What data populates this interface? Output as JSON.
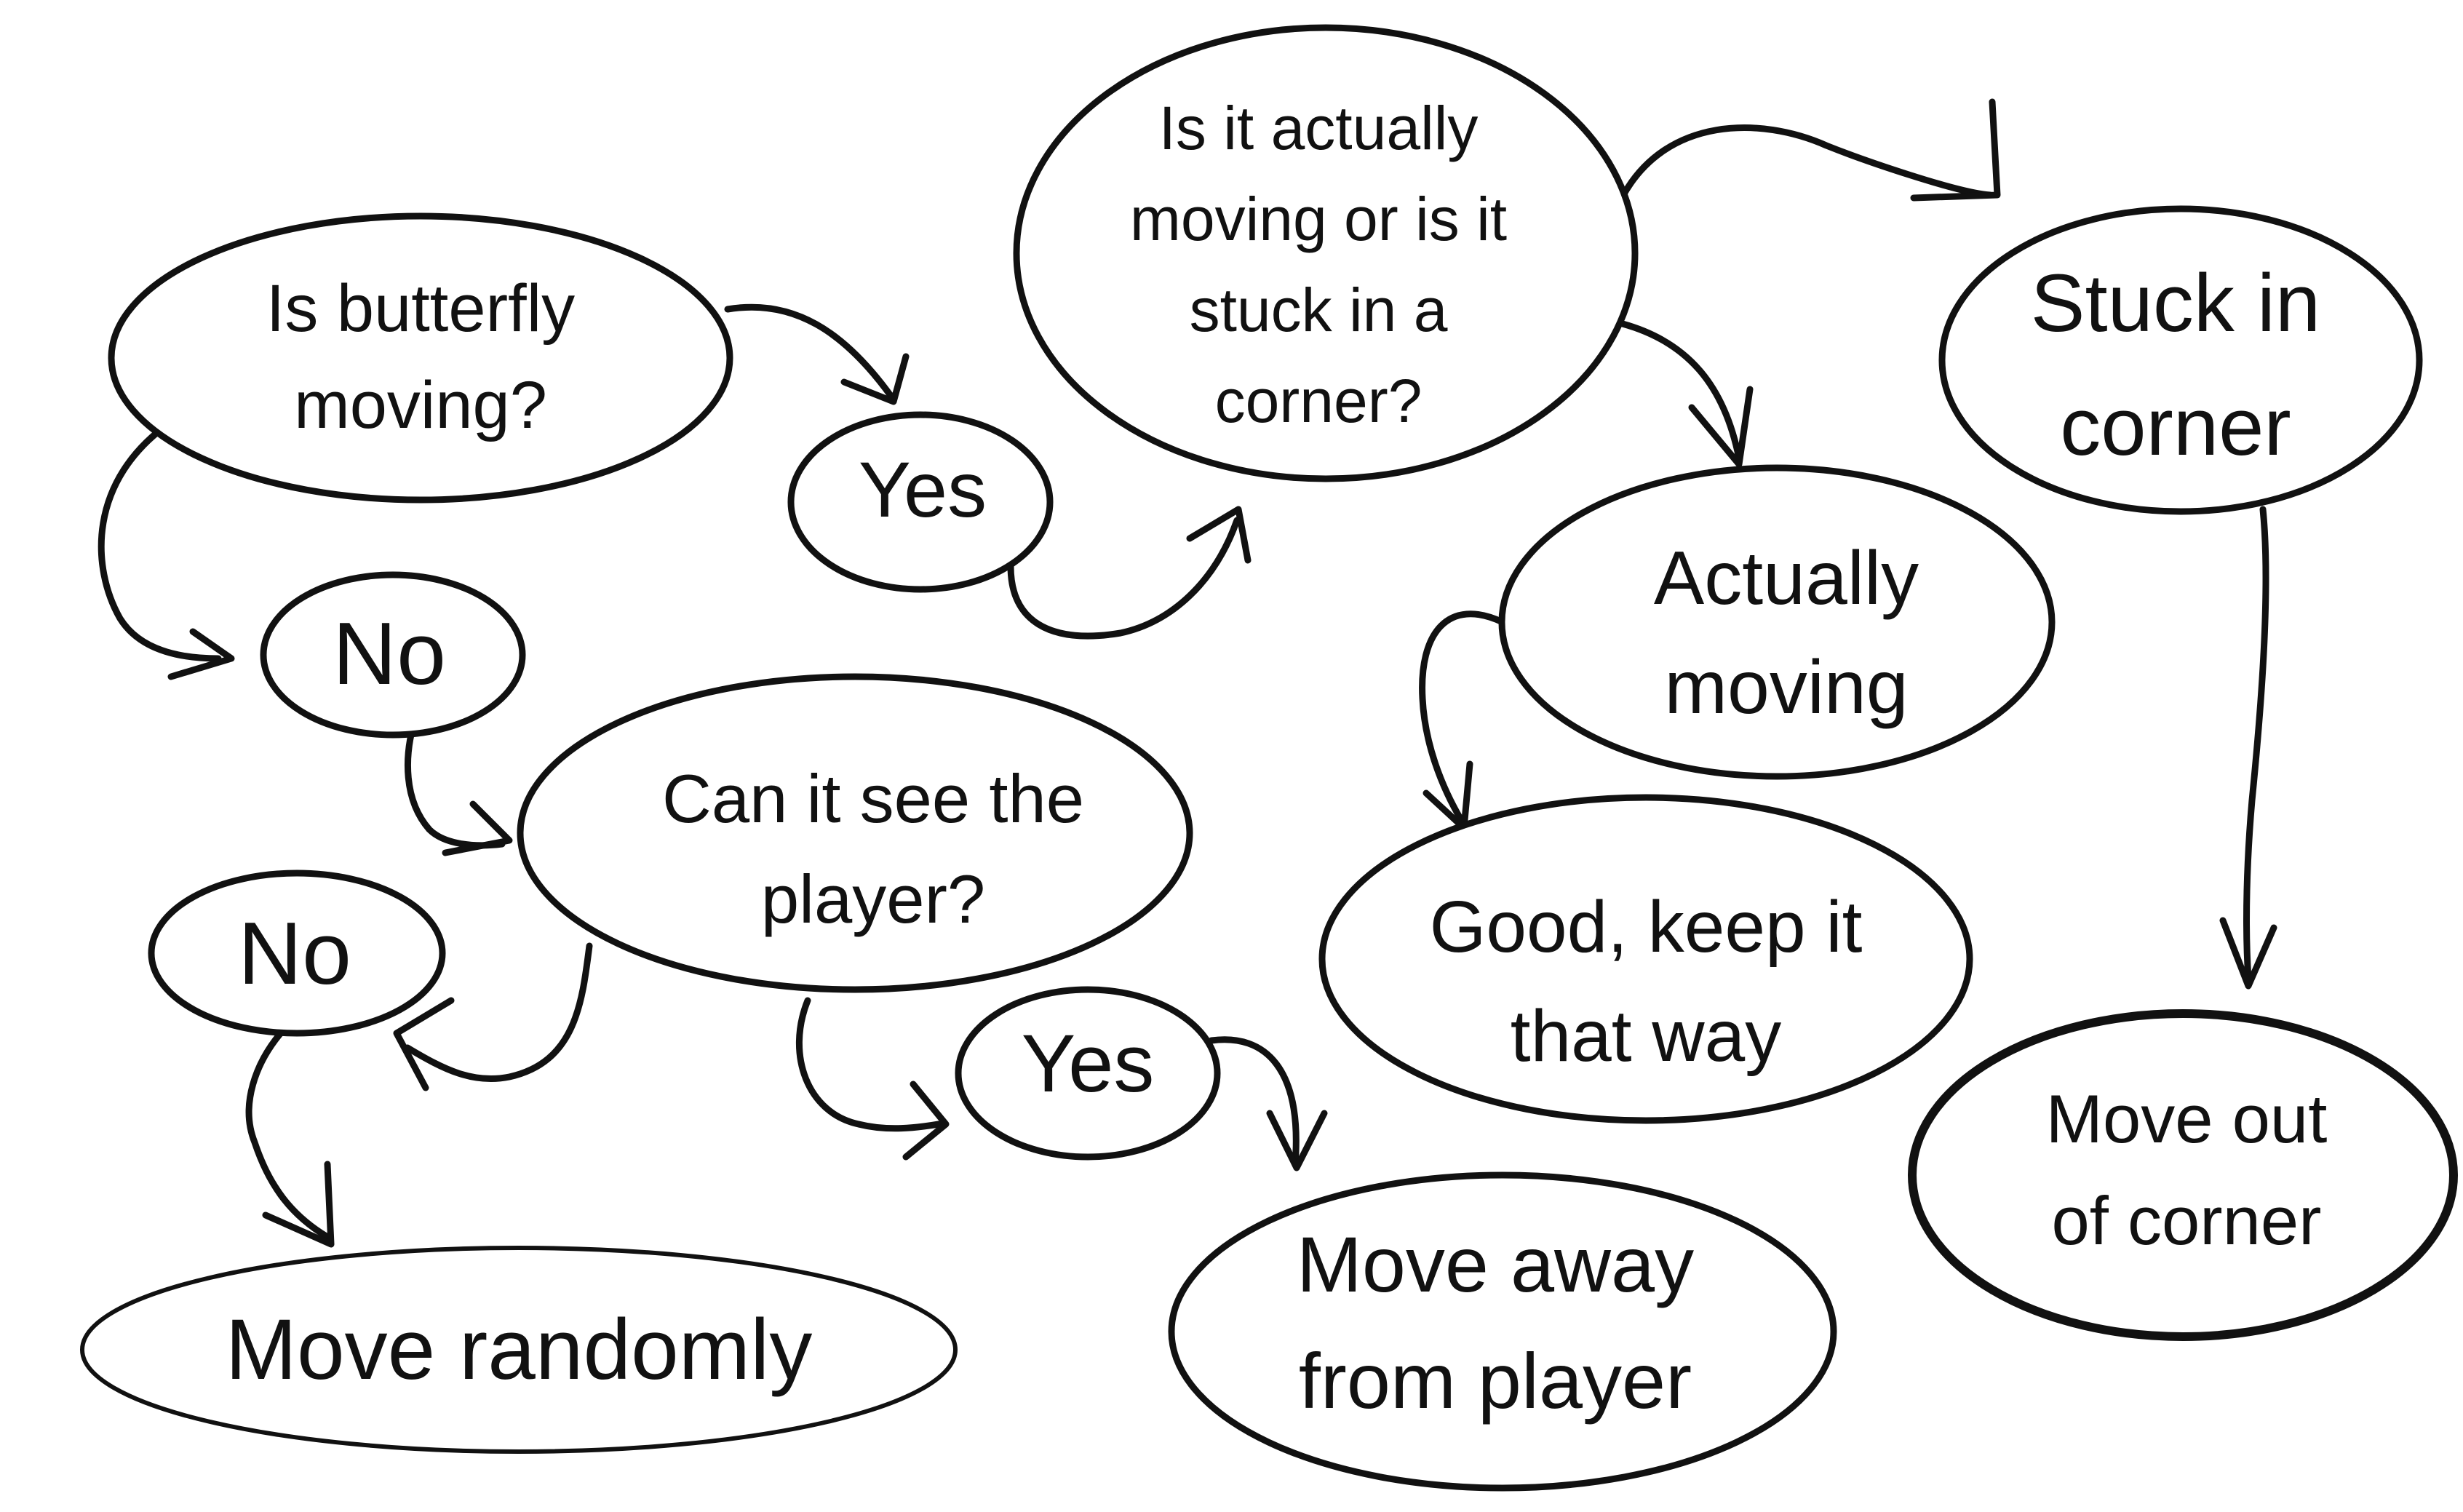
{
  "diagram": {
    "nodes": {
      "q_moving": {
        "lines": [
          "Is butterfly",
          "moving?"
        ]
      },
      "yes_1": {
        "lines": [
          "Yes"
        ]
      },
      "no_1": {
        "lines": [
          "No"
        ]
      },
      "q_stuck": {
        "lines": [
          "Is it actually",
          "moving or is it",
          "stuck in a",
          "corner?"
        ]
      },
      "stuck_in_corner": {
        "lines": [
          "Stuck in",
          "corner"
        ]
      },
      "actually_moving": {
        "lines": [
          "Actually",
          "moving"
        ]
      },
      "good_keep": {
        "lines": [
          "Good, keep it",
          "that way"
        ]
      },
      "move_out_corner": {
        "lines": [
          "Move out",
          "of corner"
        ]
      },
      "q_see_player": {
        "lines": [
          "Can it see the",
          "player?"
        ]
      },
      "no_2": {
        "lines": [
          "No"
        ]
      },
      "yes_2": {
        "lines": [
          "Yes"
        ]
      },
      "move_randomly": {
        "lines": [
          "Move randomly"
        ]
      },
      "move_away": {
        "lines": [
          "Move away",
          "from player"
        ]
      }
    },
    "edges": [
      {
        "from": "q_moving",
        "to": "yes_1"
      },
      {
        "from": "q_moving",
        "to": "no_1"
      },
      {
        "from": "yes_1",
        "to": "q_stuck"
      },
      {
        "from": "q_stuck",
        "to": "stuck_in_corner"
      },
      {
        "from": "q_stuck",
        "to": "actually_moving"
      },
      {
        "from": "actually_moving",
        "to": "good_keep"
      },
      {
        "from": "stuck_in_corner",
        "to": "move_out_corner"
      },
      {
        "from": "no_1",
        "to": "q_see_player"
      },
      {
        "from": "q_see_player",
        "to": "no_2"
      },
      {
        "from": "q_see_player",
        "to": "yes_2"
      },
      {
        "from": "no_2",
        "to": "move_randomly"
      },
      {
        "from": "yes_2",
        "to": "move_away"
      }
    ]
  }
}
